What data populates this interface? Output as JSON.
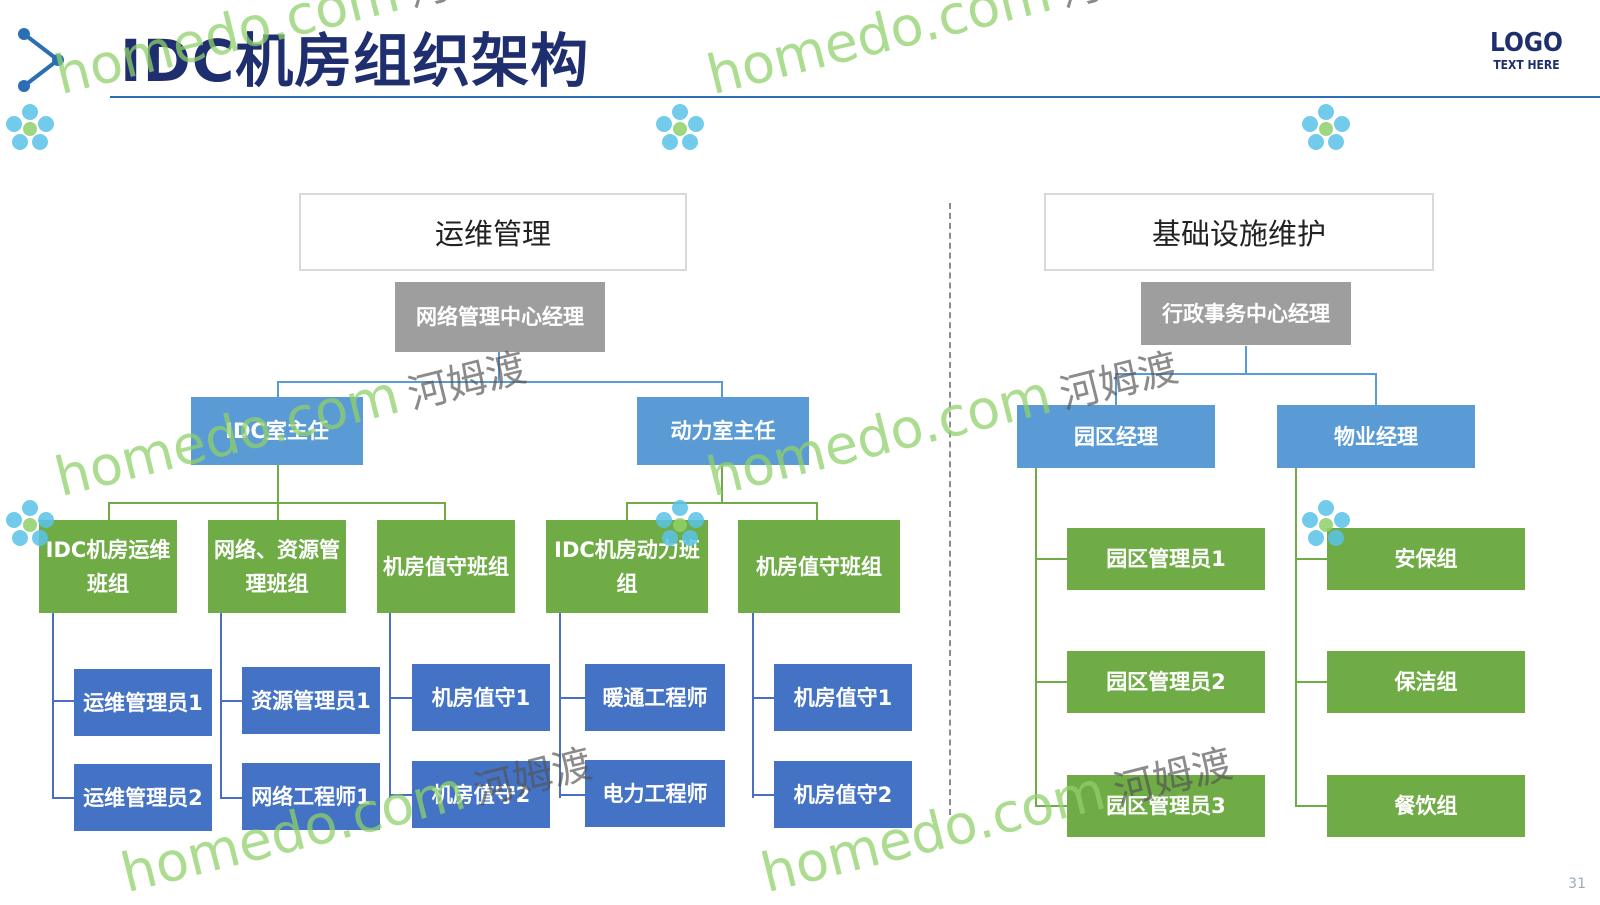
{
  "slide": {
    "title": "IDC机房组织架构",
    "logo_line1": "LOGO",
    "logo_line2": "TEXT HERE",
    "page_number": "31"
  },
  "left_section": {
    "heading": "运维管理",
    "manager": "网络管理中心经理",
    "supervisors": [
      "IDC室主任",
      "动力室主任"
    ],
    "teams": [
      {
        "name": "IDC机房运维班组",
        "members": [
          "运维管理员1",
          "运维管理员2"
        ]
      },
      {
        "name": "网络、资源管理班组",
        "members": [
          "资源管理员1",
          "网络工程师1"
        ]
      },
      {
        "name": "机房值守班组",
        "members": [
          "机房值守1",
          "机房值守2"
        ]
      },
      {
        "name": "IDC机房动力班组",
        "members": [
          "暖通工程师",
          "电力工程师"
        ]
      },
      {
        "name": "机房值守班组",
        "members": [
          "机房值守1",
          "机房值守2"
        ]
      }
    ]
  },
  "right_section": {
    "heading": "基础设施维护",
    "manager": "行政事务中心经理",
    "supervisors": [
      {
        "name": "园区经理",
        "members": [
          "园区管理员1",
          "园区管理员2",
          "园区管理员3"
        ]
      },
      {
        "name": "物业经理",
        "members": [
          "安保组",
          "保洁组",
          "餐饮组"
        ]
      }
    ]
  },
  "watermark": {
    "text": "homedo.com",
    "cn": "河姆渡"
  },
  "colors": {
    "title": "#1f2e6e",
    "gray_node": "#9e9e9e",
    "light_blue_node": "#5b9bd5",
    "green_node": "#6fac46",
    "dark_blue_node": "#4472c4",
    "watermark": "#8fd16a"
  }
}
